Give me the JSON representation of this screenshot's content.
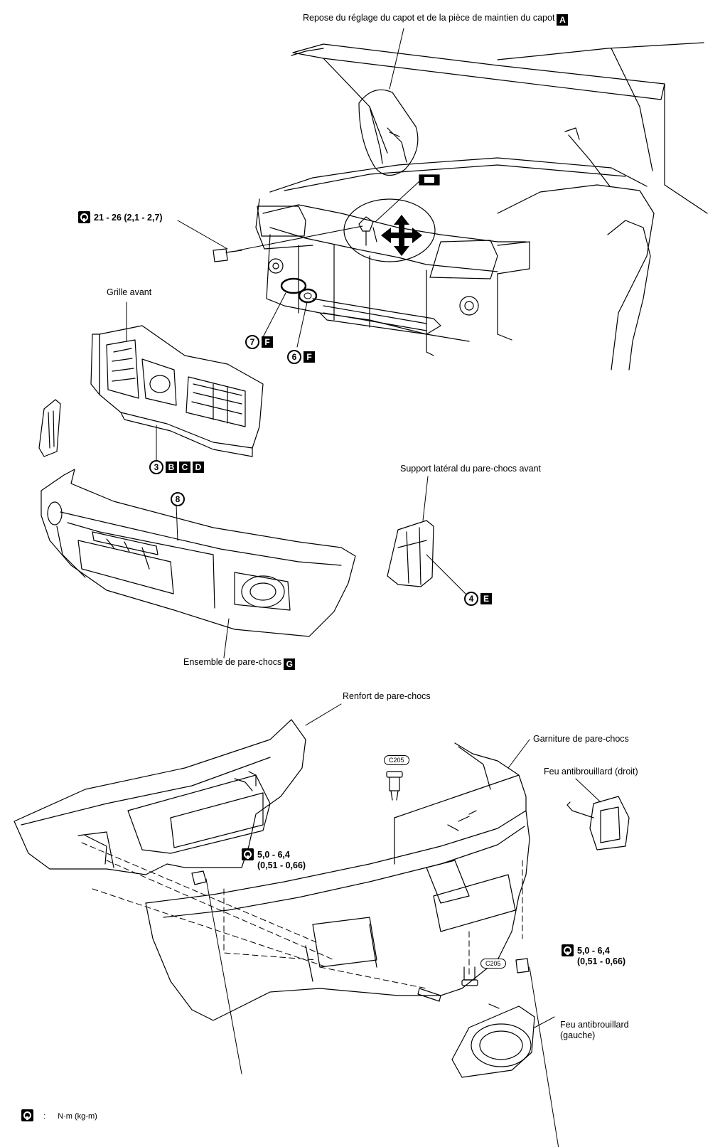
{
  "labels": {
    "hood_stay": "Repose du réglage du capot et de la pièce de maintien du capot",
    "hood_stay_ref": "A",
    "torque_top": "21 - 26 (2,1 - 2,7)",
    "front_grille": "Grille avant",
    "grille_refs": [
      "B",
      "C",
      "D"
    ],
    "grille_num": "3",
    "clip7_num": "7",
    "clip7_ref": "F",
    "clip6_num": "6",
    "clip6_ref": "F",
    "bumper_num": "8",
    "side_bracket": "Support latéral du pare-chocs avant",
    "bracket_num": "4",
    "bracket_ref": "E",
    "bumper_assembly": "Ensemble de pare-chocs",
    "bumper_assembly_ref": "G",
    "reinforcement": "Renfort de pare-chocs",
    "fascia": "Garniture de pare-chocs",
    "fog_right": "Feu antibrouillard (droit)",
    "fog_left_1": "Feu antibrouillard",
    "fog_left_2": "(gauche)",
    "torque_mid_1": "5,0 - 6,4",
    "torque_mid_2": "(0,51 - 0,66)",
    "torque_right_1": "5,0 - 6,4",
    "torque_right_2": "(0,51 - 0,66)",
    "clip_code_1": "C205",
    "clip_code_2": "C205",
    "legend_sep": ":",
    "legend_unit": "N·m (kg-m)"
  },
  "icons": [
    "torque-wrench-icon",
    "move-arrows-icon",
    "lubricate-icon"
  ]
}
